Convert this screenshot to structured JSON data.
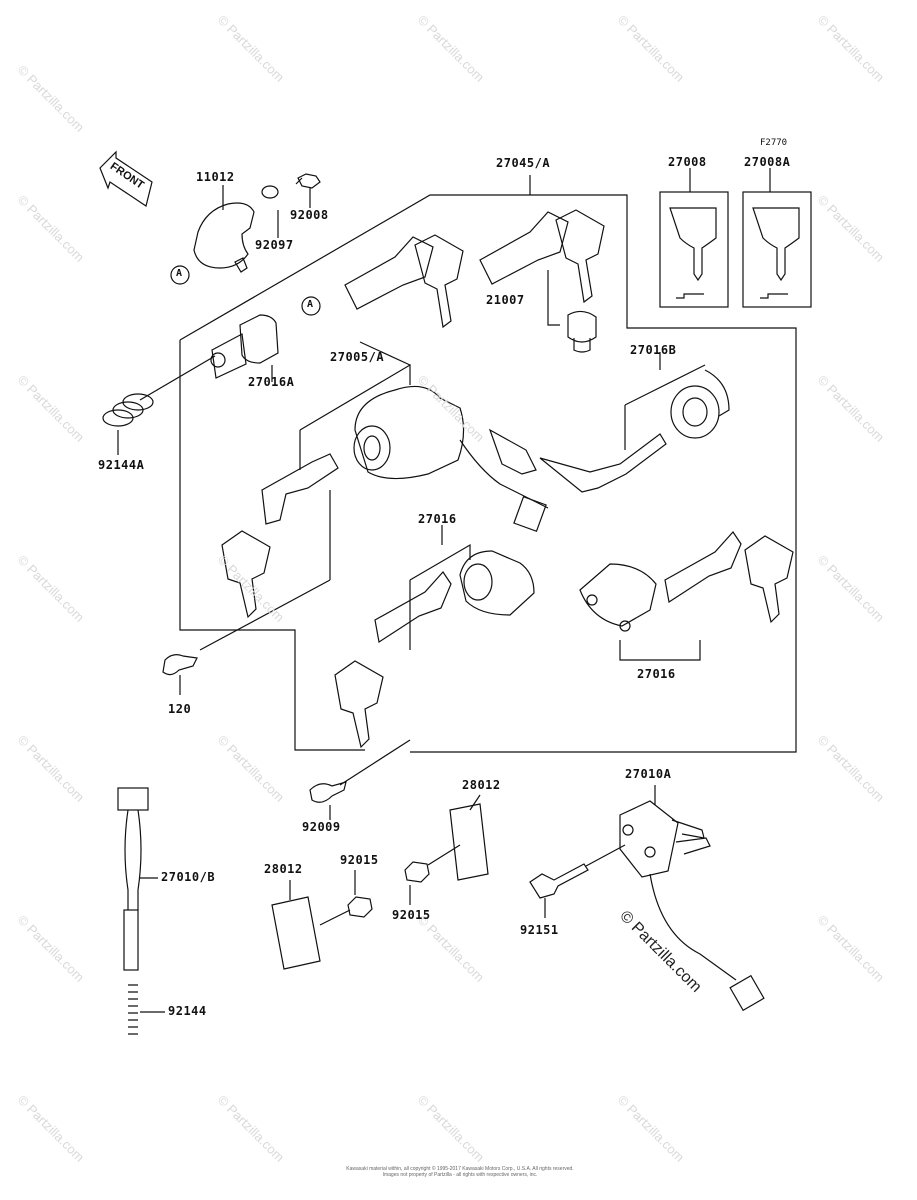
{
  "diagram": {
    "figure_code": "F2770",
    "front_label": "FRONT",
    "callout_A": "A",
    "parts": {
      "p11012": "11012",
      "p92008": "92008",
      "p92097": "92097",
      "p27045A": "27045/A",
      "p27008": "27008",
      "p27008A": "27008A",
      "p21007": "21007",
      "p27005A": "27005/A",
      "p27016A": "27016A",
      "p27016B": "27016B",
      "p92144A": "92144A",
      "p27016_mid": "27016",
      "p27016_right": "27016",
      "p120": "120",
      "p92009": "92009",
      "p28012_top": "28012",
      "p28012_left": "28012",
      "p27010A": "27010A",
      "p92015_top": "92015",
      "p92015_bot": "92015",
      "p92151": "92151",
      "p27010B": "27010/B",
      "p92144": "92144"
    },
    "watermark": "© Partzilla.com",
    "copyright": "Kawasaki material within, all copyright © 1995-2017 Kawasaki Motors Corp., U.S.A. All rights reserved. Images not property of Partzilla - all rights with respective owners, inc."
  }
}
